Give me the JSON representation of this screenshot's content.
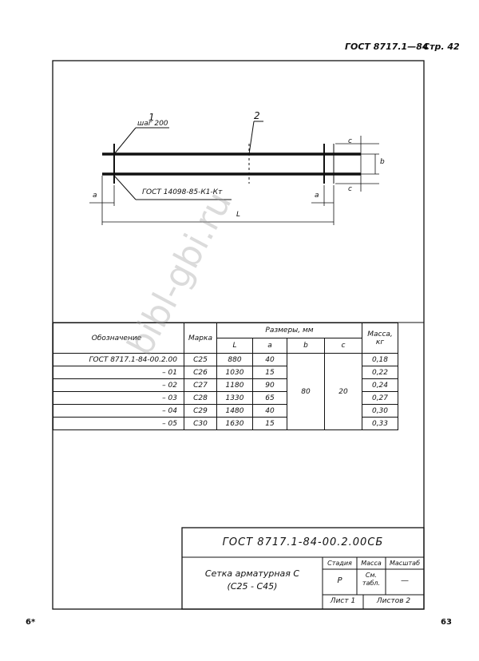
{
  "header": {
    "doc_code": "ГОСТ 8717.1—84",
    "page_label": "Стр. 42"
  },
  "drawing": {
    "callout_1": "1",
    "callout_2": "2",
    "pitch_note": "шаг 200",
    "weld_note": "ГОСТ 14098-85-К1-Кт",
    "dim_c_top": "c",
    "dim_b": "b",
    "dim_c_bottom": "c",
    "dim_a_left": "a",
    "dim_a_right": "a",
    "dim_l": "L"
  },
  "table": {
    "headers": {
      "designation": "Обозначение",
      "mark": "Марка",
      "dims": "Размеры, мм",
      "l": "L",
      "a": "a",
      "b": "b",
      "c": "c",
      "mass": "Масса, кг"
    },
    "shared": {
      "b": "80",
      "c": "20"
    },
    "rows": [
      {
        "designation": "ГОСТ 8717.1-84-00.2.00",
        "mark": "С25",
        "l": "880",
        "a": "40",
        "mass": "0,18"
      },
      {
        "designation": "– 01",
        "mark": "С26",
        "l": "1030",
        "a": "15",
        "mass": "0,22"
      },
      {
        "designation": "– 02",
        "mark": "С27",
        "l": "1180",
        "a": "90",
        "mass": "0,24"
      },
      {
        "designation": "– 03",
        "mark": "С28",
        "l": "1330",
        "a": "65",
        "mass": "0,27"
      },
      {
        "designation": "– 04",
        "mark": "С29",
        "l": "1480",
        "a": "40",
        "mass": "0,30"
      },
      {
        "designation": "– 05",
        "mark": "С30",
        "l": "1630",
        "a": "15",
        "mass": "0,33"
      }
    ]
  },
  "title_block": {
    "code": "ГОСТ 8717.1-84-00.2.00СБ",
    "name_line1": "Сетка арматурная С",
    "name_line2": "(С25 - С45)",
    "stage_label": "Стадия",
    "mass_label": "Масса",
    "scale_label": "Масштаб",
    "stage_value": "Р",
    "mass_value": "См. табл.",
    "scale_value": "—",
    "sheet": "Лист 1",
    "sheets": "Листов 2"
  },
  "footer": {
    "left": "6*",
    "right": "63"
  },
  "watermark": "bibl-gbi.ru"
}
